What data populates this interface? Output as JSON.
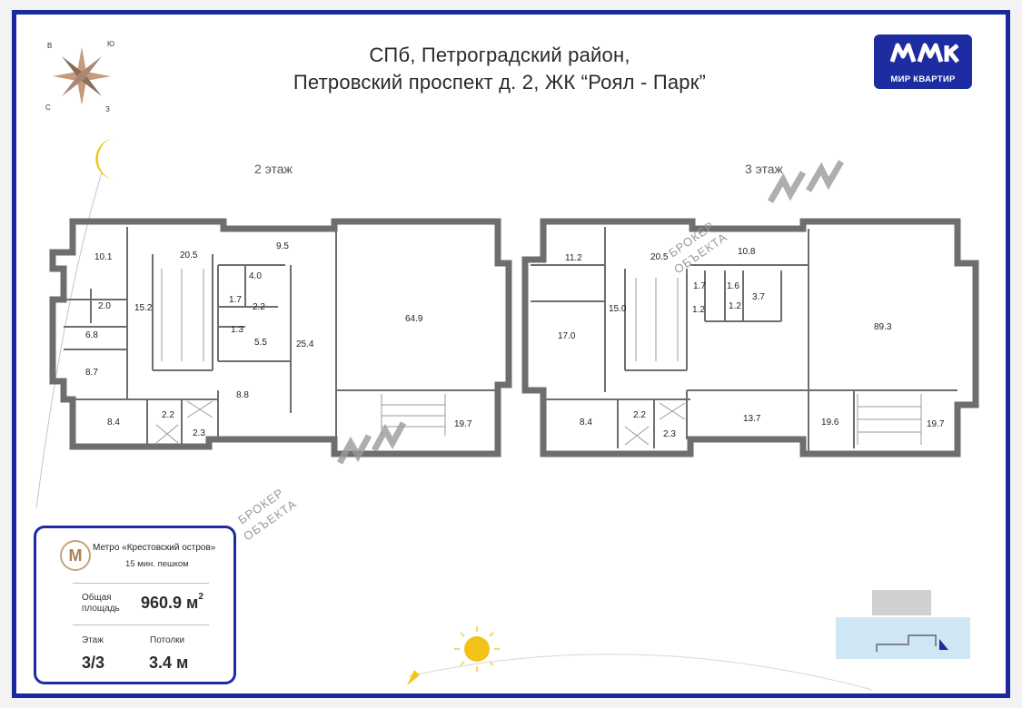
{
  "header": {
    "title_line1": "СПб, Петроградский район,",
    "title_line2": "Петровский проспект д. 2, ЖК “Роял - Парк”"
  },
  "logo": {
    "name": "МИР КВАРТИР",
    "brand_color": "#1d2ca0"
  },
  "compass": {
    "north": "В",
    "east": "Ю",
    "south": "З",
    "west": "С"
  },
  "floors": [
    {
      "label": "2 этаж",
      "rooms": [
        "10.1",
        "20.5",
        "9.5",
        "64.9",
        "2.0",
        "15.2",
        "4.0",
        "1.7",
        "2.2",
        "1.3",
        "5.5",
        "25.4",
        "6.8",
        "8.7",
        "8.8",
        "8.4",
        "2.2",
        "2.3",
        "19.7"
      ]
    },
    {
      "label": "3 этаж",
      "rooms": [
        "11.2",
        "20.5",
        "10.8",
        "1.7",
        "1.6",
        "3.7",
        "1.2",
        "1.2",
        "15.0",
        "17.0",
        "89.3",
        "8.4",
        "2.2",
        "2.3",
        "13.7",
        "19.6",
        "19.7"
      ]
    }
  ],
  "watermark": {
    "text_line1": "БРОКЕР",
    "text_line2": "ОБЪЕКТА"
  },
  "info": {
    "metro_label": "Метро «Крестовский остров»",
    "metro_walk": "15 мин. пешком",
    "area_label_line1": "Общая",
    "area_label_line2": "площадь",
    "area_value": "960.9 м",
    "area_unit_sup": "2",
    "floor_label": "Этаж",
    "floor_value": "3/3",
    "ceiling_label": "Потолки",
    "ceiling_value": "3.4 м"
  },
  "colors": {
    "frame": "#1a2a9e",
    "wall": "#6e6e6e",
    "sun": "#f2c318",
    "moon": "#f2c318",
    "metro_accent": "#c9a27a",
    "water": "#cfe6f5"
  }
}
